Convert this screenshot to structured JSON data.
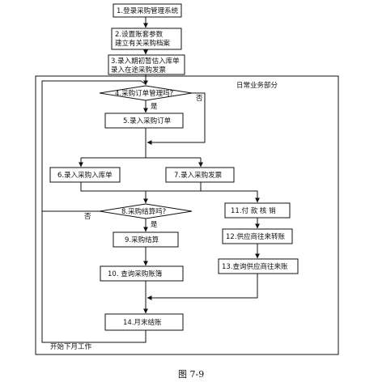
{
  "steps": {
    "s1": "1.登录采购管理系统",
    "s2a": "2.设置账套参数",
    "s2b": "建立有关采购档案",
    "s3a": "3.录入期初暂估入库单",
    "s3b": "录入在途采购发票",
    "s4": "4.采购订单管理吗?",
    "s5": "5.录入采购订单",
    "s6": "6.录入采购入库单",
    "s7": "7.录入采购发票",
    "s8": "8.采购结算吗?",
    "s9": "9.采购结算",
    "s10": "10. 查询采购账簿",
    "s11": "11.付 款 核 销",
    "s12": "12.供应商往来转账",
    "s13": "13.查询供应商往来账",
    "s14": "14.月末结账"
  },
  "labels": {
    "daily_region": "日常业务部分",
    "yes": "是",
    "no": "否",
    "next_month": "开始下月工作"
  },
  "caption": "图 7-9"
}
